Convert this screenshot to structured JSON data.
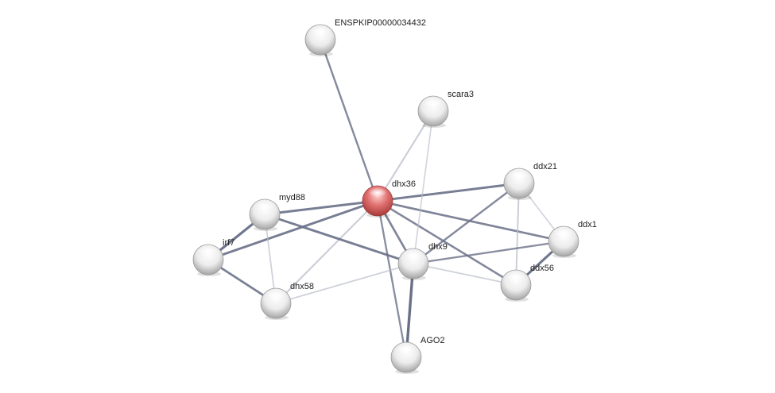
{
  "network": {
    "query_protein": "dhx36",
    "nodes": [
      {
        "id": "dhx36",
        "label": "dhx36",
        "query": true
      },
      {
        "id": "ENSPKIP00000034432",
        "label": "ENSPKIP00000034432",
        "query": false
      },
      {
        "id": "scara3",
        "label": "scara3",
        "query": false
      },
      {
        "id": "ddx21",
        "label": "ddx21",
        "query": false
      },
      {
        "id": "ddx1",
        "label": "ddx1",
        "query": false
      },
      {
        "id": "ddx56",
        "label": "ddx56",
        "query": false
      },
      {
        "id": "dhx9",
        "label": "dhx9",
        "query": false
      },
      {
        "id": "myd88",
        "label": "myd88",
        "query": false
      },
      {
        "id": "irf7",
        "label": "irf7",
        "query": false
      },
      {
        "id": "dhx58",
        "label": "dhx58",
        "query": false
      },
      {
        "id": "AGO2",
        "label": "AGO2",
        "query": false
      }
    ],
    "edges": [
      {
        "source": "dhx36",
        "target": "ENSPKIP00000034432",
        "confidence": 0.6
      },
      {
        "source": "dhx36",
        "target": "scara3",
        "confidence": 0.45
      },
      {
        "source": "dhx36",
        "target": "ddx21",
        "confidence": 0.8
      },
      {
        "source": "dhx36",
        "target": "ddx1",
        "confidence": 0.7
      },
      {
        "source": "dhx36",
        "target": "ddx56",
        "confidence": 0.65
      },
      {
        "source": "dhx36",
        "target": "dhx9",
        "confidence": 0.7
      },
      {
        "source": "dhx36",
        "target": "myd88",
        "confidence": 0.8
      },
      {
        "source": "dhx36",
        "target": "irf7",
        "confidence": 0.8
      },
      {
        "source": "dhx36",
        "target": "dhx58",
        "confidence": 0.45
      },
      {
        "source": "dhx36",
        "target": "AGO2",
        "confidence": 0.55
      },
      {
        "source": "scara3",
        "target": "dhx9",
        "confidence": 0.25
      },
      {
        "source": "ddx21",
        "target": "dhx9",
        "confidence": 0.6
      },
      {
        "source": "ddx21",
        "target": "ddx1",
        "confidence": 0.25
      },
      {
        "source": "ddx21",
        "target": "ddx56",
        "confidence": 0.4
      },
      {
        "source": "ddx1",
        "target": "ddx56",
        "confidence": 0.9
      },
      {
        "source": "ddx1",
        "target": "dhx9",
        "confidence": 0.55
      },
      {
        "source": "ddx56",
        "target": "dhx9",
        "confidence": 0.3
      },
      {
        "source": "dhx9",
        "target": "AGO2",
        "confidence": 1.0
      },
      {
        "source": "dhx9",
        "target": "myd88",
        "confidence": 0.8
      },
      {
        "source": "dhx9",
        "target": "dhx58",
        "confidence": 0.3
      },
      {
        "source": "myd88",
        "target": "irf7",
        "confidence": 0.9
      },
      {
        "source": "myd88",
        "target": "dhx58",
        "confidence": 0.3
      },
      {
        "source": "irf7",
        "target": "dhx58",
        "confidence": 0.75
      }
    ],
    "colors": {
      "query_node": "#d9534f",
      "node": "#e6e6e6",
      "edge_strong": "#6a7088",
      "edge_weak": "#b8bcc8",
      "background": "#ffffff"
    }
  }
}
